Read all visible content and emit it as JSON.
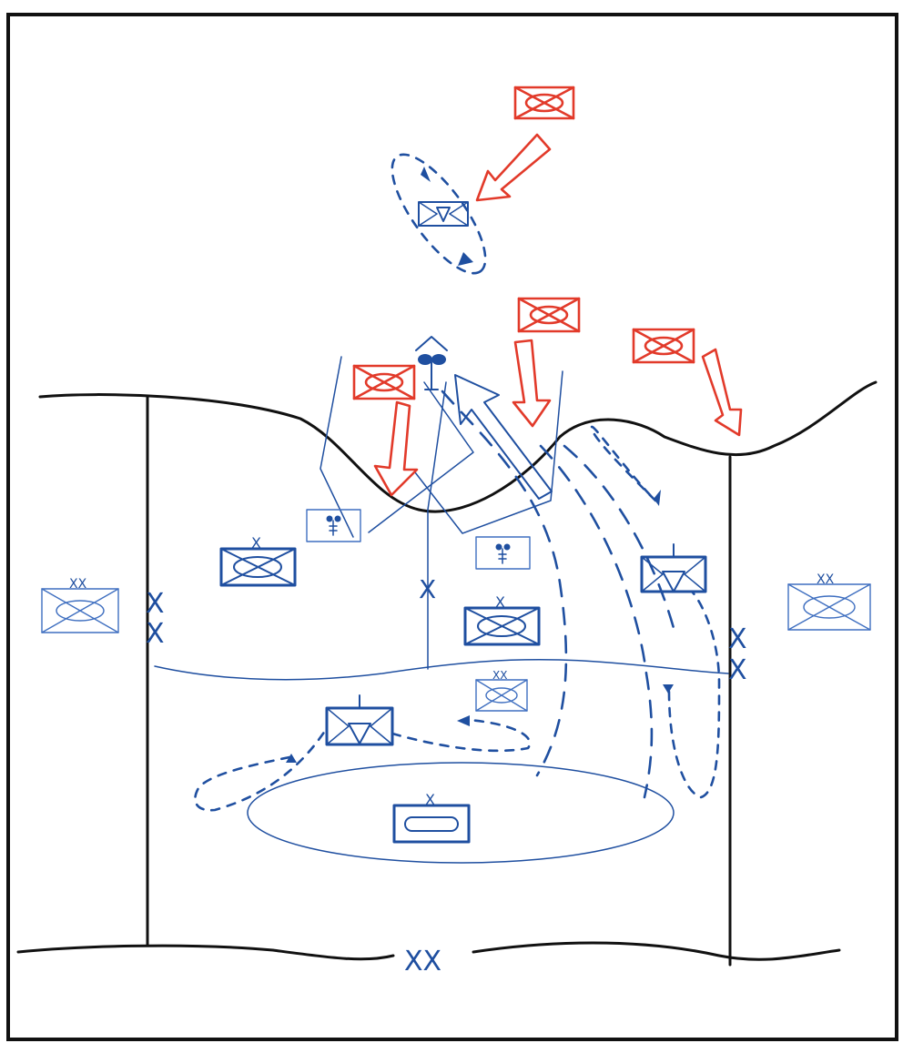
{
  "diagram": {
    "boundary_labels": {
      "brigade_left": "X",
      "brigade_left_lower": "X",
      "brigade_center": "X",
      "brigade_right": "X",
      "brigade_right_lower": "X",
      "division_rear": "XX"
    },
    "unit_echelons": {
      "left_division": "XX",
      "right_division": "XX",
      "center_brigade_reserve": "XX",
      "left_brigade": "X",
      "center_brigade": "X",
      "reserve_brigade": "X"
    },
    "colors": {
      "friendly": "#1f4fa0",
      "enemy": "#e23a2a",
      "terrain": "#111111"
    },
    "icons": [
      "armor-unit-icon",
      "cavalry-unit-icon",
      "observation-post-icon",
      "helicopter-unit-icon",
      "attack-arrow-icon"
    ]
  }
}
